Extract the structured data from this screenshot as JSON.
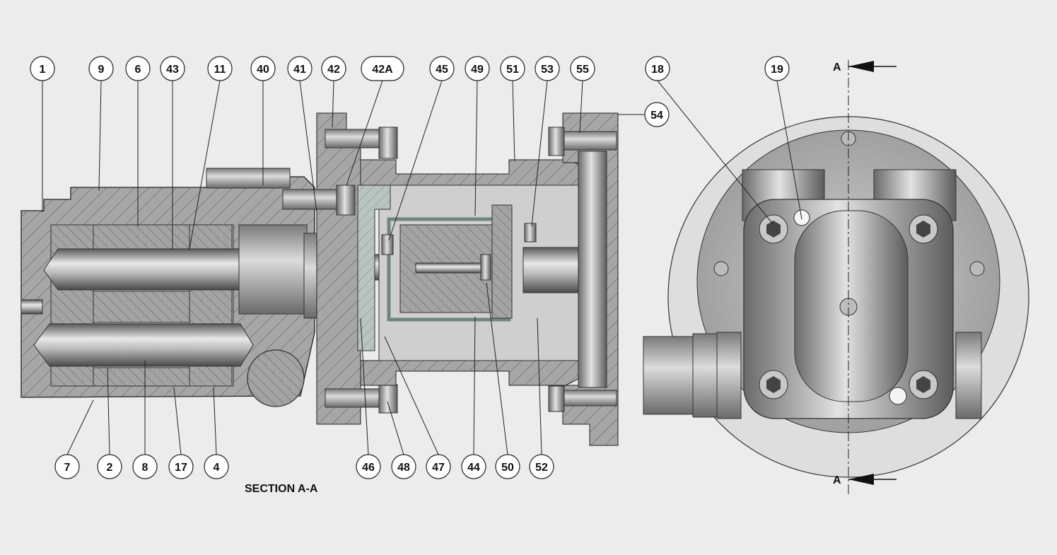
{
  "section_label": "SECTION A-A",
  "cut_marker_top": "A",
  "cut_marker_bottom": "A",
  "balloons_top": [
    "1",
    "9",
    "6",
    "43",
    "11",
    "40",
    "41",
    "42",
    "42A",
    "45",
    "49",
    "51",
    "53",
    "55"
  ],
  "balloon_54": "54",
  "balloons_bottom": [
    "7",
    "2",
    "8",
    "17",
    "4",
    "46",
    "48",
    "47",
    "44",
    "50",
    "52"
  ],
  "balloons_end_view": [
    "18",
    "19"
  ],
  "colors": {
    "background": "#ececec",
    "steel": "#a9a9a9",
    "steel_dark": "#6e6e6e",
    "seal": "#a9b8b4"
  }
}
